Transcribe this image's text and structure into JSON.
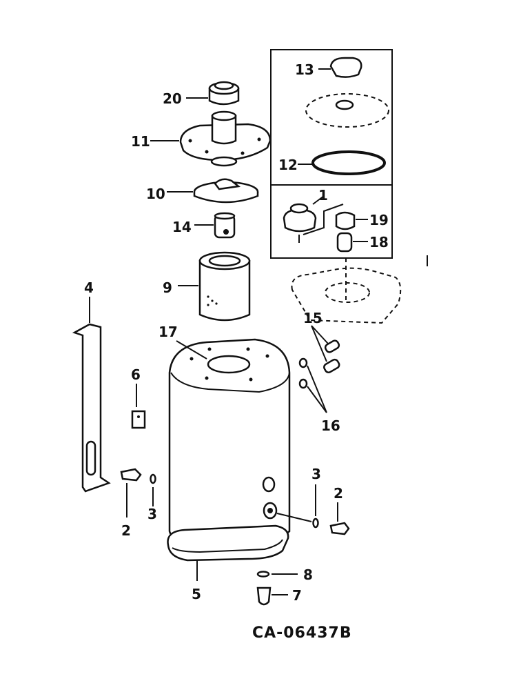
{
  "drawing_code": "CA-06437B",
  "callouts": [
    {
      "id": "c13",
      "text": "13"
    },
    {
      "id": "c20",
      "text": "20"
    },
    {
      "id": "c11",
      "text": "11"
    },
    {
      "id": "c12",
      "text": "12"
    },
    {
      "id": "c10",
      "text": "10"
    },
    {
      "id": "c1",
      "text": "1"
    },
    {
      "id": "c19",
      "text": "19"
    },
    {
      "id": "c18",
      "text": "18"
    },
    {
      "id": "c14",
      "text": "14"
    },
    {
      "id": "c9",
      "text": "9"
    },
    {
      "id": "c4",
      "text": "4"
    },
    {
      "id": "c15",
      "text": "15"
    },
    {
      "id": "c17",
      "text": "17"
    },
    {
      "id": "c6",
      "text": "6"
    },
    {
      "id": "c16",
      "text": "16"
    },
    {
      "id": "c3a",
      "text": "3"
    },
    {
      "id": "c3b",
      "text": "3"
    },
    {
      "id": "c2a",
      "text": "2"
    },
    {
      "id": "c2b",
      "text": "2"
    },
    {
      "id": "c8",
      "text": "8"
    },
    {
      "id": "c5",
      "text": "5"
    },
    {
      "id": "c7",
      "text": "7"
    }
  ]
}
